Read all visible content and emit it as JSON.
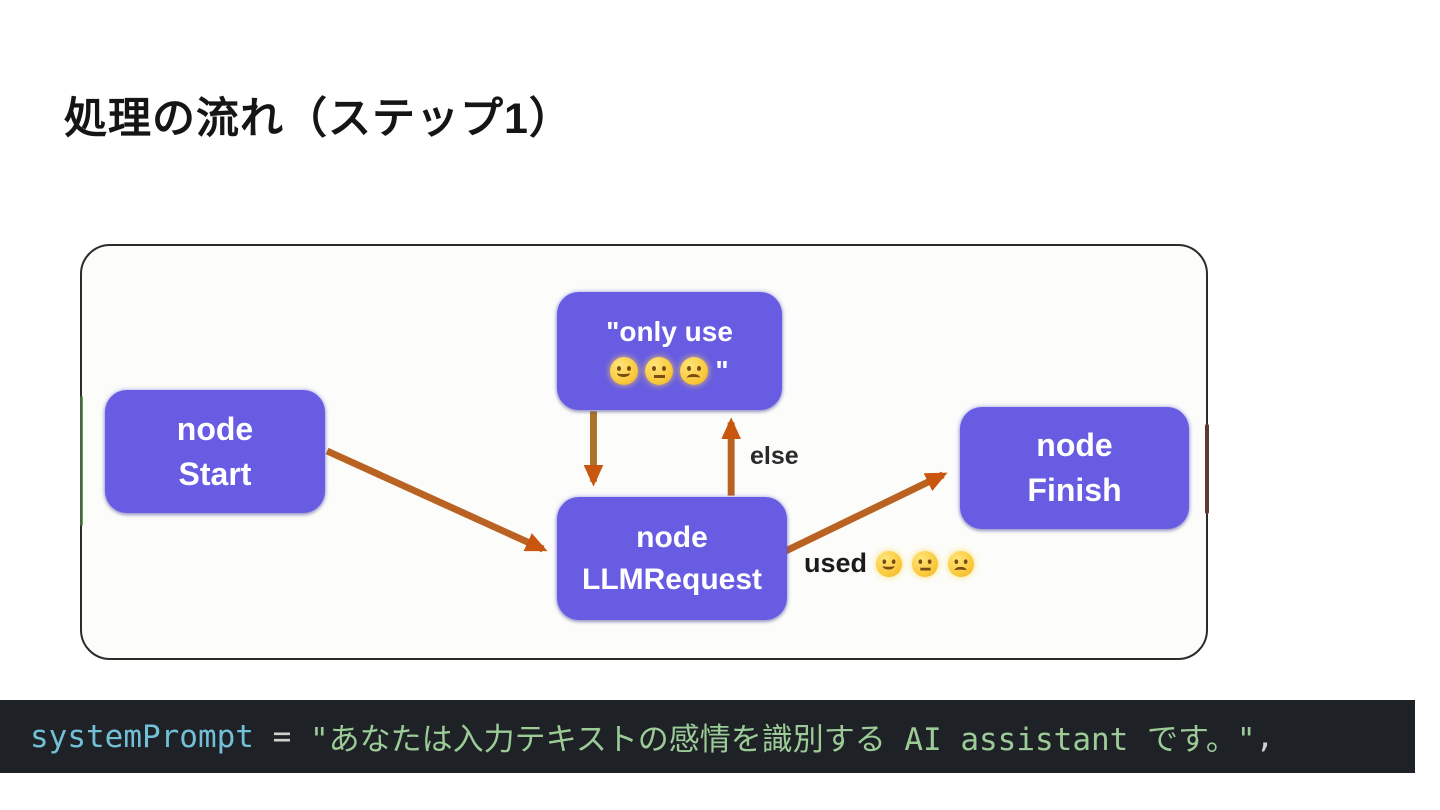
{
  "slide": {
    "title": "処理の流れ（ステップ1）"
  },
  "colors": {
    "node_fill": "#675ce2",
    "arrow": "#b96222",
    "arrow_alt": "#ab7428",
    "arrow_head": "#c9560e",
    "code_bg": "#1e2125",
    "code_keyword": "#72bfd8",
    "code_string": "#9ccb97",
    "code_plain": "#cdd2cd"
  },
  "diagram": {
    "nodes": [
      {
        "id": "start",
        "line1": "node",
        "line2": "Start"
      },
      {
        "id": "only-use",
        "line1": "\"only use",
        "line2_suffix": "\"",
        "emojis": [
          "slightly-smiling-face",
          "neutral-face",
          "slightly-frowning-face"
        ]
      },
      {
        "id": "llm-request",
        "line1": "node",
        "line2": "LLMRequest"
      },
      {
        "id": "finish",
        "line1": "node",
        "line2": "Finish"
      }
    ],
    "edges": [
      {
        "from": "start",
        "to": "llm-request",
        "label": ""
      },
      {
        "from": "only-use",
        "to": "llm-request",
        "label": ""
      },
      {
        "from": "llm-request",
        "to": "only-use",
        "label": "else"
      },
      {
        "from": "llm-request",
        "to": "finish",
        "label": "used",
        "label_emojis": [
          "slightly-smiling-face",
          "neutral-face",
          "slightly-frowning-face"
        ]
      }
    ]
  },
  "code": {
    "tokens": [
      {
        "text": "systemPrompt"
      },
      {
        "text": " = "
      },
      {
        "text": "\"あなたは入力テキストの感情を識別する AI assistant です。\""
      },
      {
        "text": ","
      }
    ]
  }
}
